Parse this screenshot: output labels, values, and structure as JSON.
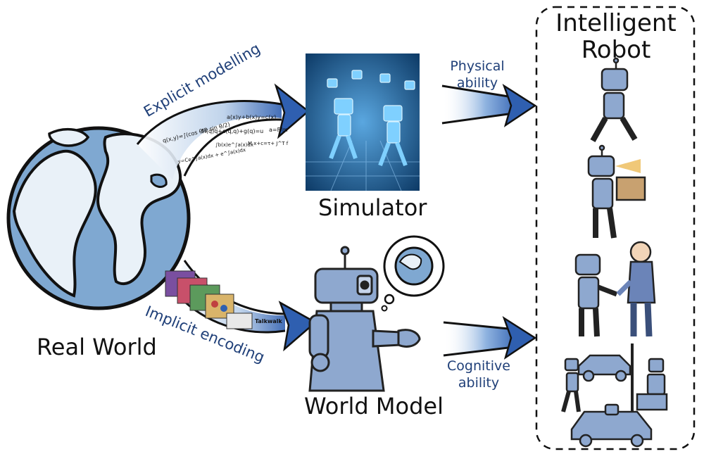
{
  "nodes": {
    "real_world": "Real World",
    "simulator": "Simulator",
    "world_model": "World Model",
    "intelligent_robot": "Intelligent\nRobot"
  },
  "edges": {
    "explicit": "Explicit modelling",
    "implicit": "Implicit encoding",
    "physical": "Physical\nability",
    "cognitive": "Cognitive\nability"
  },
  "equations": [
    "q(x,y)=∫(cos θ/2 sin θ/2)",
    "a(x)y+b(x)y=c(x)",
    "a=F/m",
    "M(q)q+c(q,q)+g(q)=u",
    "y=Ce^∫a(x)dx + e^∫a(x)dx",
    "∫b(x)e^∫a(x)dx",
    "M x+c=τ+ J^T f"
  ],
  "video_caption": "Talkwalk",
  "colors": {
    "arrow": "#2f5fb0",
    "globe_water": "#7fa8d1",
    "globe_land": "#e9f1f8",
    "robot": "#8ea8cf",
    "label_blue": "#1f3f78"
  }
}
